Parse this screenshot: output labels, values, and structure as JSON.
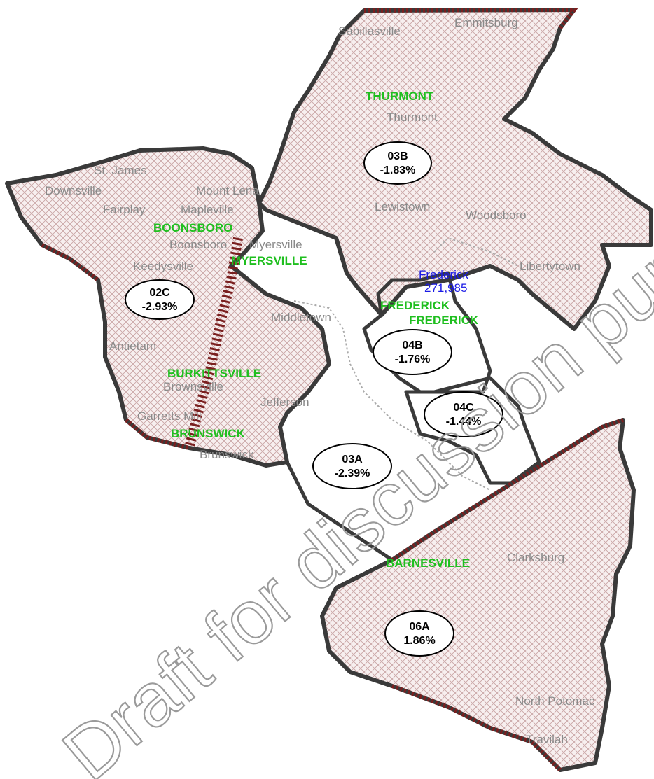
{
  "map": {
    "districts": [
      {
        "id": "02C",
        "change": "-2.93%"
      },
      {
        "id": "03B",
        "change": "-1.83%"
      },
      {
        "id": "03A",
        "change": "-2.39%"
      },
      {
        "id": "04B",
        "change": "-1.76%"
      },
      {
        "id": "04C",
        "change": "-1.44%"
      },
      {
        "id": "06A",
        "change": "1.86%"
      }
    ],
    "places": [
      "Sabillasville",
      "Emmitsburg",
      "Thurmont",
      "St. James",
      "Downsville",
      "Mount Lena",
      "Fairplay",
      "Mapleville",
      "Lewistown",
      "Woodsboro",
      "Boonsboro",
      "Myersville",
      "Keedysville",
      "Libertytown",
      "Middletown",
      "Antietam",
      "Brownsville",
      "Jefferson",
      "Garretts Mill",
      "Brunswick",
      "Clarksburg",
      "North Potomac",
      "Travilah"
    ],
    "municipalities": [
      "THURMONT",
      "BOONSBORO",
      "MYERSVILLE",
      "FREDERICK",
      "FREDERICK",
      "BURKITTSVILLE",
      "BRUNSWICK",
      "BARNESVILLE"
    ],
    "city": {
      "name": "Frederick",
      "population": "271,985"
    },
    "watermark": "Draft for discussion purposes"
  }
}
